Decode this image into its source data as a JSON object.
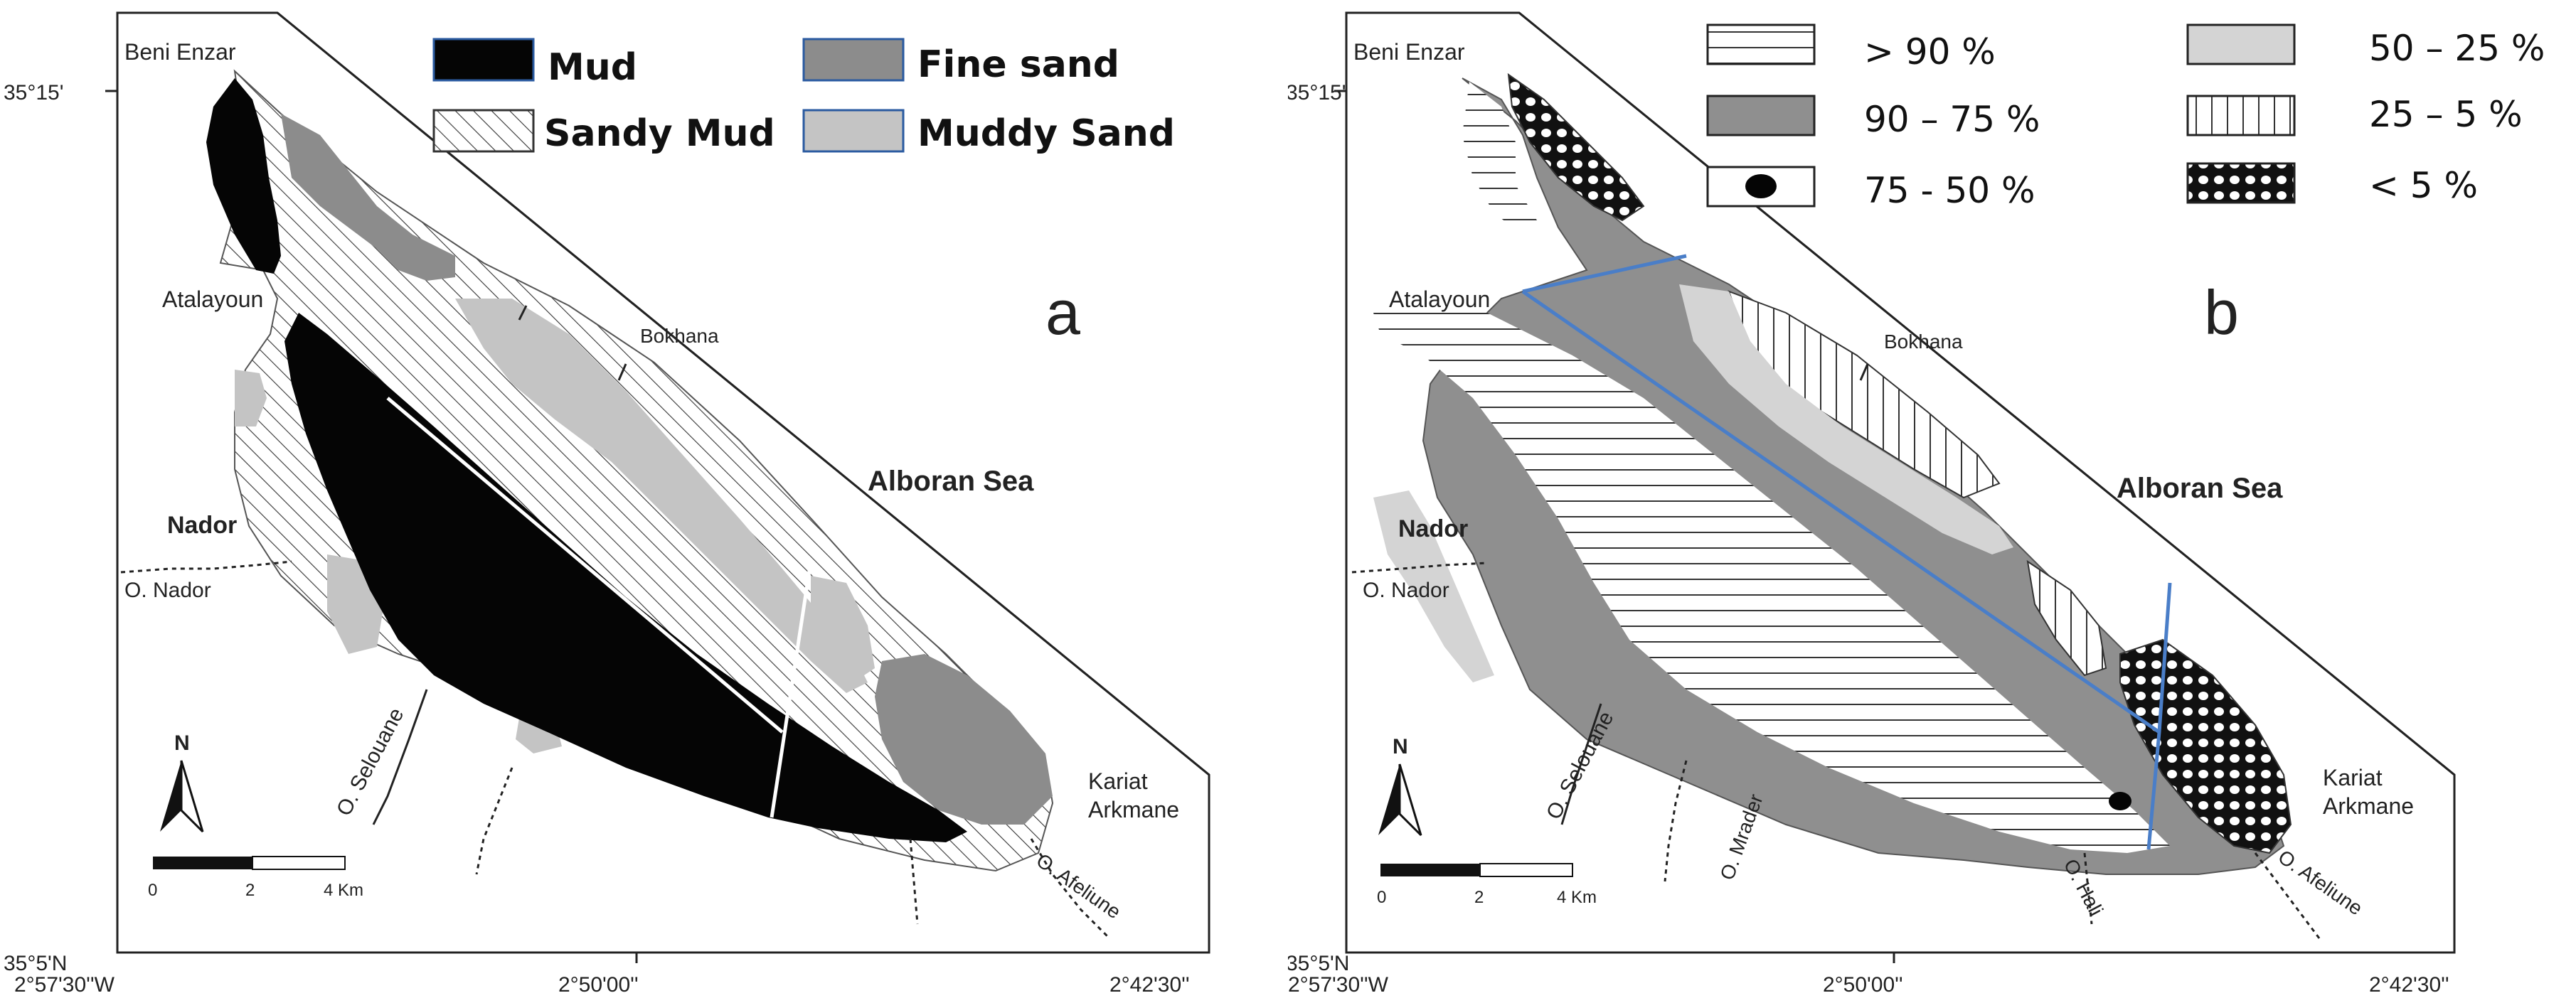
{
  "panel_a": {
    "letter": "a",
    "legend": [
      {
        "label": "Mud"
      },
      {
        "label": "Fine sand"
      },
      {
        "label": "Sandy Mud"
      },
      {
        "label": "Muddy Sand"
      }
    ],
    "places": {
      "beni_enzar": "Beni Enzar",
      "atalayoun": "Atalayoun",
      "bokhana": "Bokhana",
      "sea": "Alboran Sea",
      "nador": "Nador",
      "o_nador": "O. Nador",
      "o_selouane": "O. Selouane",
      "kariat": "Kariat",
      "arkmane": "Arkmane",
      "o_afeliune": "O. Afeliune"
    },
    "lat_top": "35°15'",
    "lat_bottom": "35°5'N",
    "lon_left": "2°57'30''W",
    "lon_mid": "2°50'00''",
    "lon_right": "2°42'30''",
    "north": "N",
    "scale": [
      "0",
      "2",
      "4 Km"
    ]
  },
  "panel_b": {
    "letter": "b",
    "legend": [
      {
        "label": "> 90 %"
      },
      {
        "label": "90 – 75 %"
      },
      {
        "label": "75 - 50 %"
      },
      {
        "label": "50 – 25 %"
      },
      {
        "label": "25 – 5 %"
      },
      {
        "label": "< 5 %"
      }
    ],
    "places": {
      "beni_enzar": "Beni Enzar",
      "atalayoun": "Atalayoun",
      "bokhana": "Bokhana",
      "sea": "Alboran Sea",
      "nador": "Nador",
      "o_nador": "O. Nador",
      "o_selouane": "O. Selouane",
      "o_mrader": "O. Mrader",
      "o_hali": "O. Hali",
      "kariat": "Kariat",
      "arkmane": "Arkmane",
      "o_afeliune": "O. Afeliune"
    },
    "lat_top": "35°15'",
    "lat_bottom": "35°5'N",
    "lon_left": "2°57'30''W",
    "lon_mid": "2°50'00''",
    "lon_right": "2°42'30''",
    "north": "N",
    "scale": [
      "0",
      "2",
      "4 Km"
    ]
  },
  "colors": {
    "mud": "#050505",
    "fine_sand": "#8c8c8c",
    "muddy_sand": "#c4c4c4",
    "grey_75_90": "#8f8f8f",
    "light_25_50": "#d4d4d4",
    "transect": "#4a7ec8"
  }
}
